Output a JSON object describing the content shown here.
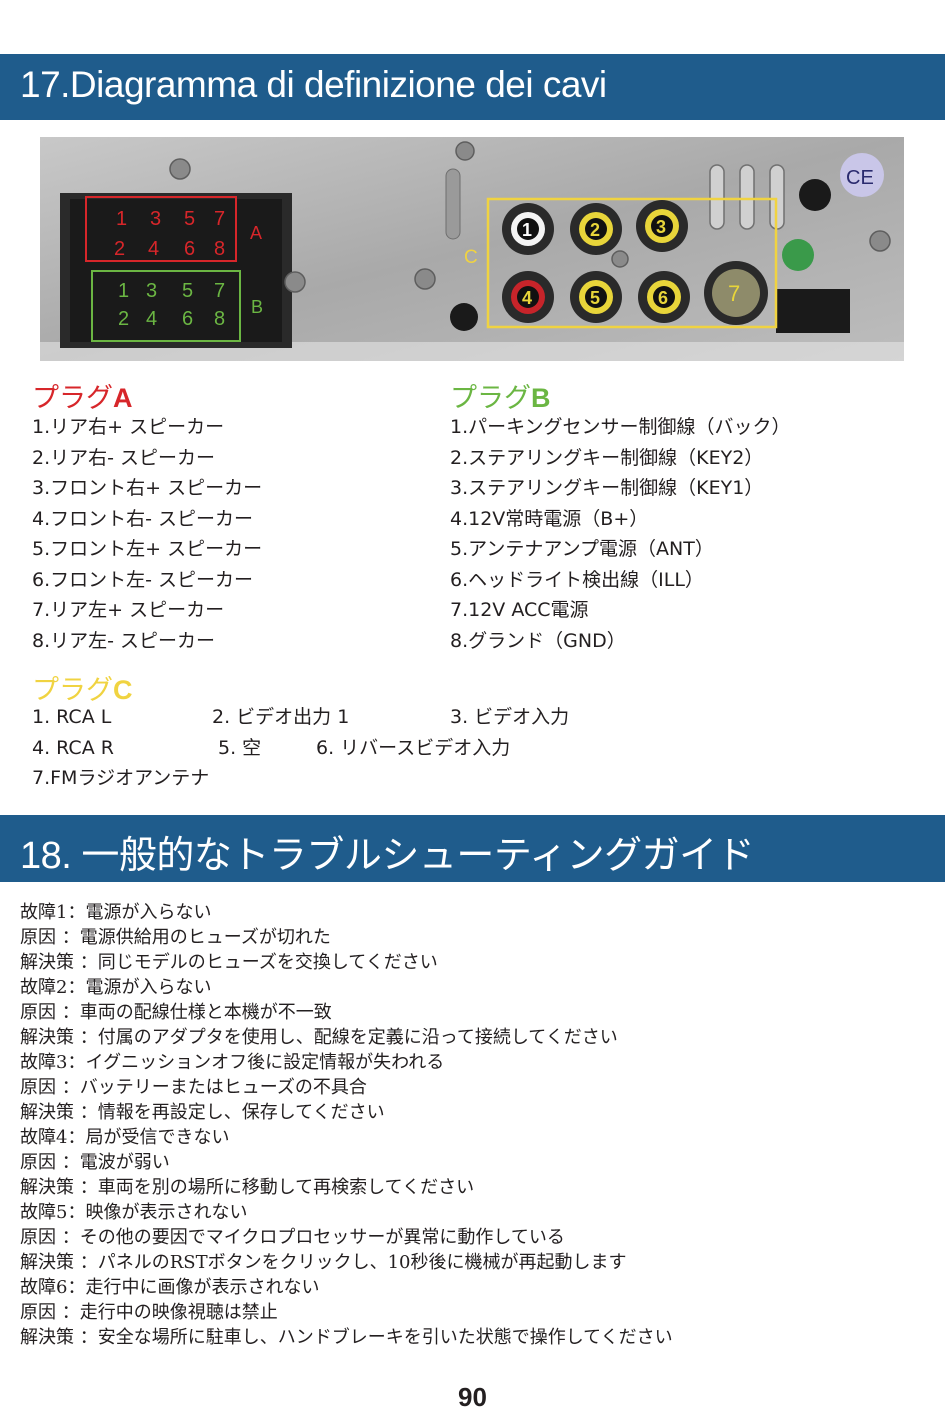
{
  "section17": {
    "title": "17.Diagramma di definizione dei cavi"
  },
  "photo": {
    "plug_a_label": "A",
    "plug_b_label": "B",
    "plug_c_label": "C",
    "pin_numbers_top": [
      "1",
      "3",
      "5",
      "7"
    ],
    "pin_numbers_bottom": [
      "2",
      "4",
      "6",
      "8"
    ],
    "rca_numbers": [
      "1",
      "2",
      "3",
      "4",
      "5",
      "6",
      "7"
    ],
    "ce_mark": "CE",
    "colors": {
      "plug_a": "#d7262a",
      "plug_b": "#6bb643",
      "plug_c": "#f0d341",
      "metal": "#b4b4b4"
    }
  },
  "plugA": {
    "title_prefix": "プラグ",
    "title_letter": "A",
    "items": [
      "1.リア右+ スピーカー",
      "2.リア右- スピーカー",
      "3.フロント右+ スピーカー",
      "4.フロント右- スピーカー",
      "5.フロント左+ スピーカー",
      "6.フロント左- スピーカー",
      "7.リア左+ スピーカー",
      "8.リア左- スピーカー"
    ]
  },
  "plugB": {
    "title_prefix": "プラグ",
    "title_letter": "B",
    "items": [
      "1.パーキングセンサー制御線（バック）",
      "2.ステアリングキー制御線（KEY2）",
      "3.ステアリングキー制御線（KEY1）",
      "4.12V常時電源（B+）",
      "5.アンテナアンプ電源（ANT）",
      "6.ヘッドライト検出線（ILL）",
      "7.12V ACC電源",
      "8.グランド（GND）"
    ]
  },
  "plugC": {
    "title_prefix": "プラグ",
    "title_letter": "C",
    "items": [
      "1. RCA L",
      "2. ビデオ出力 1",
      "3. ビデオ入力",
      "4. RCA R",
      "5. 空",
      "6. リバースビデオ入力",
      "7.FMラジオアンテナ"
    ]
  },
  "section18": {
    "title": "18. 一般的なトラブルシューティングガイド",
    "lines": [
      "故障1：電源が入らない",
      "原因 ：電源供給用のヒューズが切れた",
      "解決策 ：同じモデルのヒューズを交換してください",
      "故障2：電源が入らない",
      "原因 ：車両の配線仕様と本機が不一致",
      "解決策 ：付属のアダプタを使用し、配線を定義に沿って接続してください",
      "故障3：イグニッションオフ後に設定情報が失われる",
      "原因 ：バッテリーまたはヒューズの不具合",
      "解決策 ：情報を再設定し、保存してください",
      "故障4：局が受信できない",
      "原因 ：電波が弱い",
      "解決策 ：車両を別の場所に移動して再検索してください",
      "故障5：映像が表示されない",
      "原因 ：その他の要因でマイクロプロセッサーが異常に動作している",
      "解決策 ：パネルのRSTボタンをクリックし、10秒後に機械が再起動します",
      "故障6：走行中に画像が表示されない",
      "原因 ：走行中の映像視聴は禁止",
      "解決策 ：安全な場所に駐車し、ハンドブレーキを引いた状態で操作してください"
    ]
  },
  "page_number": "90"
}
